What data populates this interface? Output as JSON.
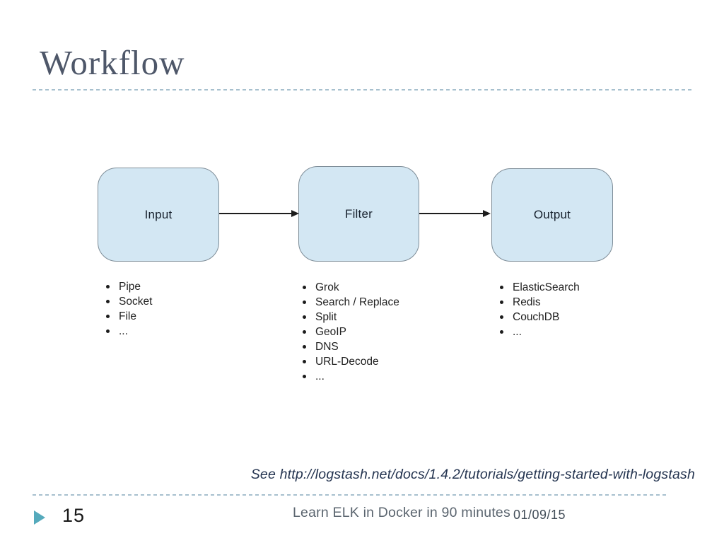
{
  "slide": {
    "title": "Workflow",
    "page_number": "15",
    "footer_title": "Learn ELK in Docker in 90 minutes",
    "footer_date": "01/09/15",
    "reference": "See http://logstash.net/docs/1.4.2/tutorials/getting-started-with-logstash"
  },
  "diagram": {
    "nodes": [
      {
        "id": "input",
        "label": "Input",
        "items": [
          "Pipe",
          "Socket",
          "File",
          "..."
        ]
      },
      {
        "id": "filter",
        "label": "Filter",
        "items": [
          "Grok",
          "Search / Replace",
          "Split",
          "GeoIP",
          "DNS",
          "URL-Decode",
          "..."
        ]
      },
      {
        "id": "output",
        "label": "Output",
        "items": [
          "ElasticSearch",
          "Redis",
          "CouchDB",
          "..."
        ]
      }
    ],
    "connections": [
      {
        "from": "Input",
        "to": "Filter"
      },
      {
        "from": "Filter",
        "to": "Output"
      }
    ]
  },
  "icons": {
    "slide_marker": "play-triangle",
    "connector": "arrow-right"
  },
  "colors": {
    "background": "#ffffff",
    "title_text": "#4e5769",
    "dashed_line": "#a7c0ce",
    "node_fill": "#d3e7f3",
    "node_border": "#7e8d98",
    "node_label": "#18222e",
    "list_text": "#212121",
    "arrow": "#1d1d1d",
    "reference_text": "#243450",
    "accent_teal": "#55aabc",
    "footer_text": "#5b656f",
    "date_text": "#434e59",
    "page_number": "#171717"
  }
}
